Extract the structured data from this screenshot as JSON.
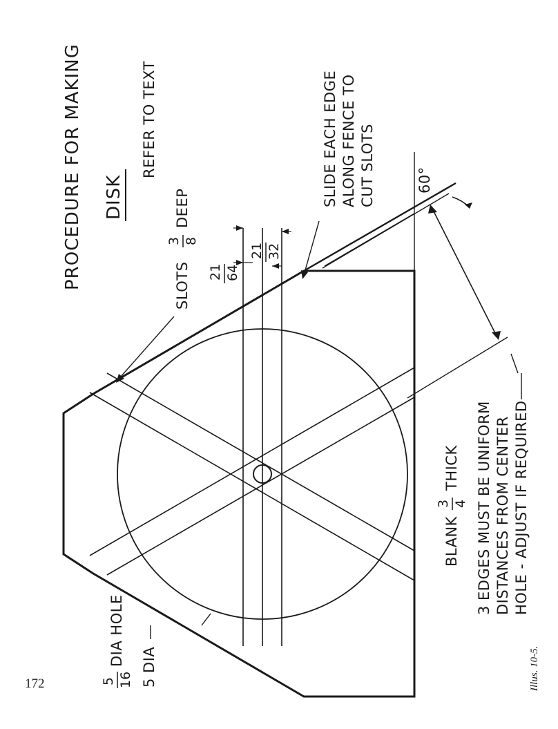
{
  "page": {
    "number": "172",
    "caption": "Illus. 10-5."
  },
  "title": {
    "line1": "PROCEDURE FOR MAKING",
    "line2": "DISK"
  },
  "notes": {
    "refer": "REFER TO TEXT",
    "slots_prefix": "SLOTS",
    "slots_num": "3",
    "slots_den": "8",
    "slots_suffix": "DEEP",
    "slide_1": "SLIDE EACH EDGE",
    "slide_2": "ALONG FENCE TO",
    "slide_3": "CUT SLOTS",
    "angle": "60°",
    "blank_prefix": "BLANK",
    "blank_num": "3",
    "blank_den": "4",
    "blank_suffix": "THICK",
    "edges_1": "3 EDGES MUST BE UNIFORM",
    "edges_2": "DISTANCES FROM CENTER",
    "edges_3": "HOLE - ADJUST IF REQUIRED",
    "hole_num": "5",
    "hole_den": "16",
    "hole_suffix": "DIA HOLE",
    "dia": "5 DIA"
  },
  "dimensions": {
    "d1_num": "21",
    "d1_den": "64",
    "d2_num": "21",
    "d2_den": "32"
  }
}
